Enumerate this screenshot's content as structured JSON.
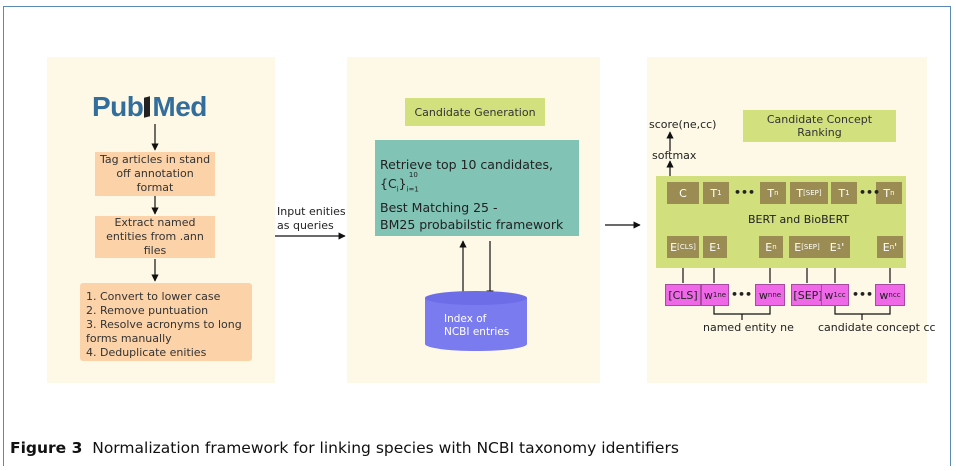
{
  "left_panel": {
    "logo": {
      "pub": "Pub",
      "med": "Med"
    },
    "step1": "Tag articles in stand off annotation format",
    "step2": "Extract named entities from .ann files",
    "step3": [
      "1. Convert to lower case",
      "2. Remove puntuation",
      "3. Resolve acronyms to long forms manually",
      "4. Deduplicate enities"
    ]
  },
  "arrow1_label": "Input enities as queries",
  "middle_panel": {
    "title": "Candidate Generation",
    "retrieve_text": "Retrieve top 10 candidates,",
    "set_c": "{C",
    "set_i": "i",
    "set_close": "}",
    "set_sub": "i=1",
    "set_sup": "10",
    "bm_line1": "Best Matching 25 -",
    "bm_line2": "BM25 probabilstic framework",
    "db_label": "Index of NCBI entries"
  },
  "right_panel": {
    "title": "Candidate Concept Ranking",
    "score": "score(ne,cc)",
    "softmax": "softmax",
    "bert_label": "BERT and BioBERT",
    "top_tokens": [
      "C",
      "T",
      "T",
      "T",
      "T",
      "T"
    ],
    "top_subs": [
      "",
      "1",
      "n",
      "[SEP]",
      "1",
      "n"
    ],
    "emb_tokens": [
      "E",
      "E",
      "E",
      "E",
      "E",
      "E"
    ],
    "emb_subs": [
      "[CLS]",
      "1",
      "n",
      "[SEP]",
      "1",
      "n"
    ],
    "emb_primes": [
      "",
      "",
      "",
      "",
      "'",
      "'"
    ],
    "in_tokens": [
      "[CLS]",
      "w",
      "w",
      "[SEP]",
      "w",
      "w"
    ],
    "in_subs": [
      "",
      "1",
      "n",
      "",
      "1",
      "n"
    ],
    "in_sups": [
      "",
      "ne",
      "ne",
      "",
      "cc",
      "cc"
    ],
    "dots": "•••",
    "named_entity": "named entity ne",
    "candidate_concept": "candidate concept cc"
  },
  "caption": {
    "label": "Figure 3",
    "text": "Normalization framework for linking species with NCBI taxonomy identifiers"
  }
}
